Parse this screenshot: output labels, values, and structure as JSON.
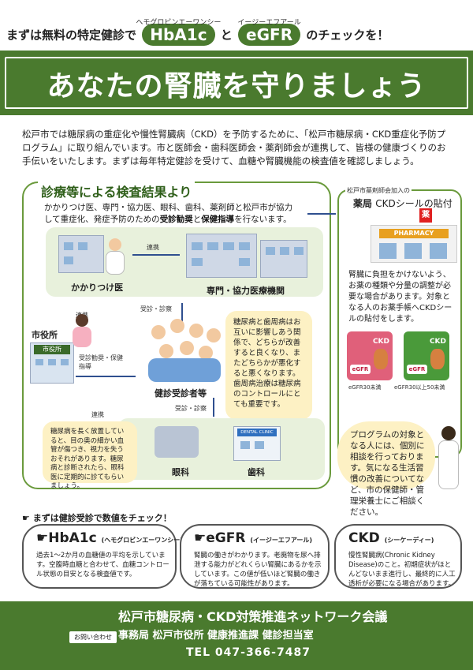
{
  "header": {
    "lead": "まずは無料の特定健診で",
    "hba1c": "HbA1c",
    "hba1c_ruby": "ヘモグロビンエーワンシー",
    "and": "と",
    "egfr": "eGFR",
    "egfr_ruby": "イージーエフアール",
    "tail": "のチェックを！"
  },
  "banner": {
    "title": "あなたの腎臓を守りましょう"
  },
  "intro": "松戸市では糖尿病の重症化や慢性腎臓病（CKD）を予防するために、「松戸市糖尿病・CKD重症化予防プログラム」に取り組んでいます。市と医師会・歯科医師会・薬剤師会が連携して、皆様の健康づくりのお手伝いをいたします。まずは毎年特定健診を受けて、血糖や腎臓機能の検査値を確認しましょう。",
  "main": {
    "title": "診療等による検査結果より",
    "desc_pre": "かかりつけ医、専門・協力医、眼科、歯科、薬剤師と松戸市が協力して重症化、発症予防のための",
    "desc_b1": "受診勧奨",
    "desc_mid": "と",
    "desc_b2": "保健指導",
    "desc_post": "を行ないます。",
    "kakaritsuke": "かかりつけ医",
    "specialist": "専門・協力医療機関",
    "renkei_top": "連携",
    "city_office": "市役所",
    "city_sign": "市役所",
    "renkei_left": "連携",
    "jushin_shinsatsu_top": "受診・診察",
    "jushin_kansho": "受診勧奨・保健指導",
    "examinee": "健診受診者等",
    "renkei_bottom": "連携",
    "jushin_shinsatsu_bottom": "受診・診察",
    "ophthalmology": "眼科",
    "dental": "歯科",
    "dental_sign": "DENTAL CLINIC",
    "eye_note": "糖尿病を長く放置していると、目の奥の細かい血管が傷つき、視力を失うおそれがあります。糖尿病と診断されたら、眼科医に定期的に診てもらいましょう。",
    "dental_note": "糖尿病と歯周病はお互いに影響しあう関係で、どちらが改善すると良くなり、またどちらかが悪化すると悪くなります。歯周病治療は糖尿病のコントロールにとても重要です。"
  },
  "pharmacy": {
    "caption": "松戸市薬剤師会加入の",
    "title_a": "薬局",
    "title_b": "CKDシールの貼付",
    "kanji": "薬",
    "sign": "PHARMACY",
    "text": "腎臓に負担をかけないよう、お薬の種類や分量の調整が必要な場合があります。対象となる人のお薬手帳へCKDシールの貼付をします。",
    "sticker1_ckd": "CKD",
    "sticker1_egfr": "eGFR",
    "sticker1_cap": "eGFR30未満",
    "sticker2_ckd": "CKD",
    "sticker2_egfr": "eGFR",
    "sticker2_cap": "eGFR30以上50未満",
    "color_red": "#e0607a",
    "color_green": "#4a9a3a"
  },
  "program_note": "プログラムの対象となる人には、個別に相談を行っております。気になる生活習慣の改善についてなど、市の保健師・管理栄養士にご相談ください。",
  "check": {
    "lead": "☛ まずは健診受診で数値をチェック！",
    "cards": [
      {
        "head": "☛HbA1c",
        "ruby": "(ヘモグロビンエーワンシー)",
        "body": "過去1〜2か月の血糖値の平均を示しています。空腹時血糖と合わせて、血糖コントロール状態の目安となる検査値です。"
      },
      {
        "head": "☛eGFR",
        "ruby": "(イージーエフアール)",
        "body": "腎臓の働きがわかります。老廃物を尿へ排泄する能力がどれくらい腎臓にあるかを示しています。この値が低いほど腎臓の働きが落ちている可能性があります。"
      },
      {
        "head": "CKD",
        "ruby": "(シーケーディー)",
        "body": "慢性腎臓病(Chronic Kidney Disease)のこと。初期症状がほとんどないまま進行し、最終的に人工透析が必要になる場合があります。"
      }
    ]
  },
  "footer": {
    "org": "松戸市糖尿病・CKD対策推進ネットワーク会議",
    "office": "事務局 松戸市役所 健康推進課 健診担当室",
    "contact_badge": "お問い合わせ",
    "tel": "TEL 047-366-7487"
  },
  "colors": {
    "green": "#4a7a2e",
    "note_yellow": "#fdf1c4",
    "arrow_blue": "#2f4f8f"
  }
}
